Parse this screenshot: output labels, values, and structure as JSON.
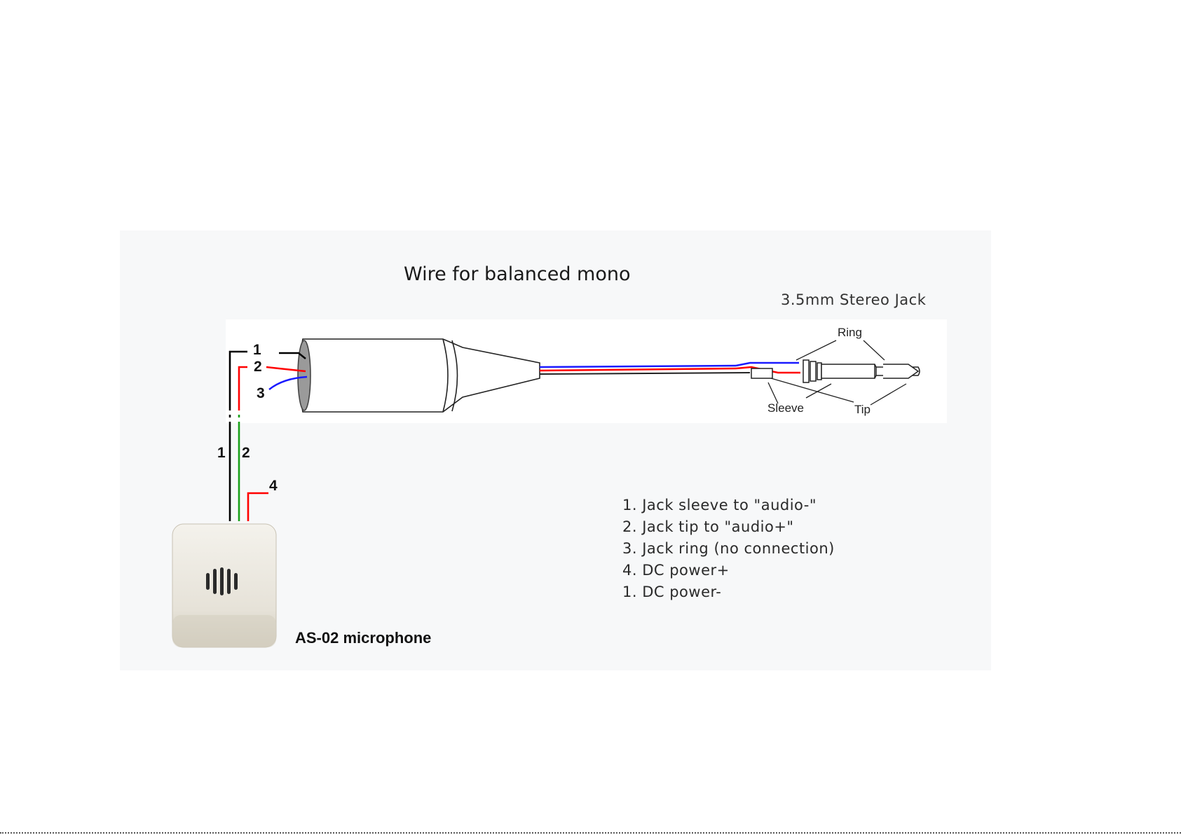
{
  "title": "Wire for balanced mono",
  "jack": {
    "name": "3.5mm Stereo Jack",
    "parts": {
      "ring": "Ring",
      "sleeve": "Sleeve",
      "tip": "Tip"
    }
  },
  "wire_numbers": {
    "w1": "1",
    "w2": "2",
    "w3": "3",
    "w4": "4",
    "cable1": "1",
    "cable2": "2"
  },
  "legend": [
    "1. Jack sleeve to \"audio-\"",
    "2. Jack tip to \"audio+\"",
    "3. Jack ring (no connection)",
    "4. DC power+",
    "1. DC power-"
  ],
  "microphone": {
    "label": "AS-02 microphone"
  },
  "colors": {
    "wire_1": "#000000",
    "wire_2": "#ff0000",
    "wire_3": "#1a1aff",
    "wire_2_cable": "#1aa01a",
    "wire_4": "#ff0000"
  }
}
